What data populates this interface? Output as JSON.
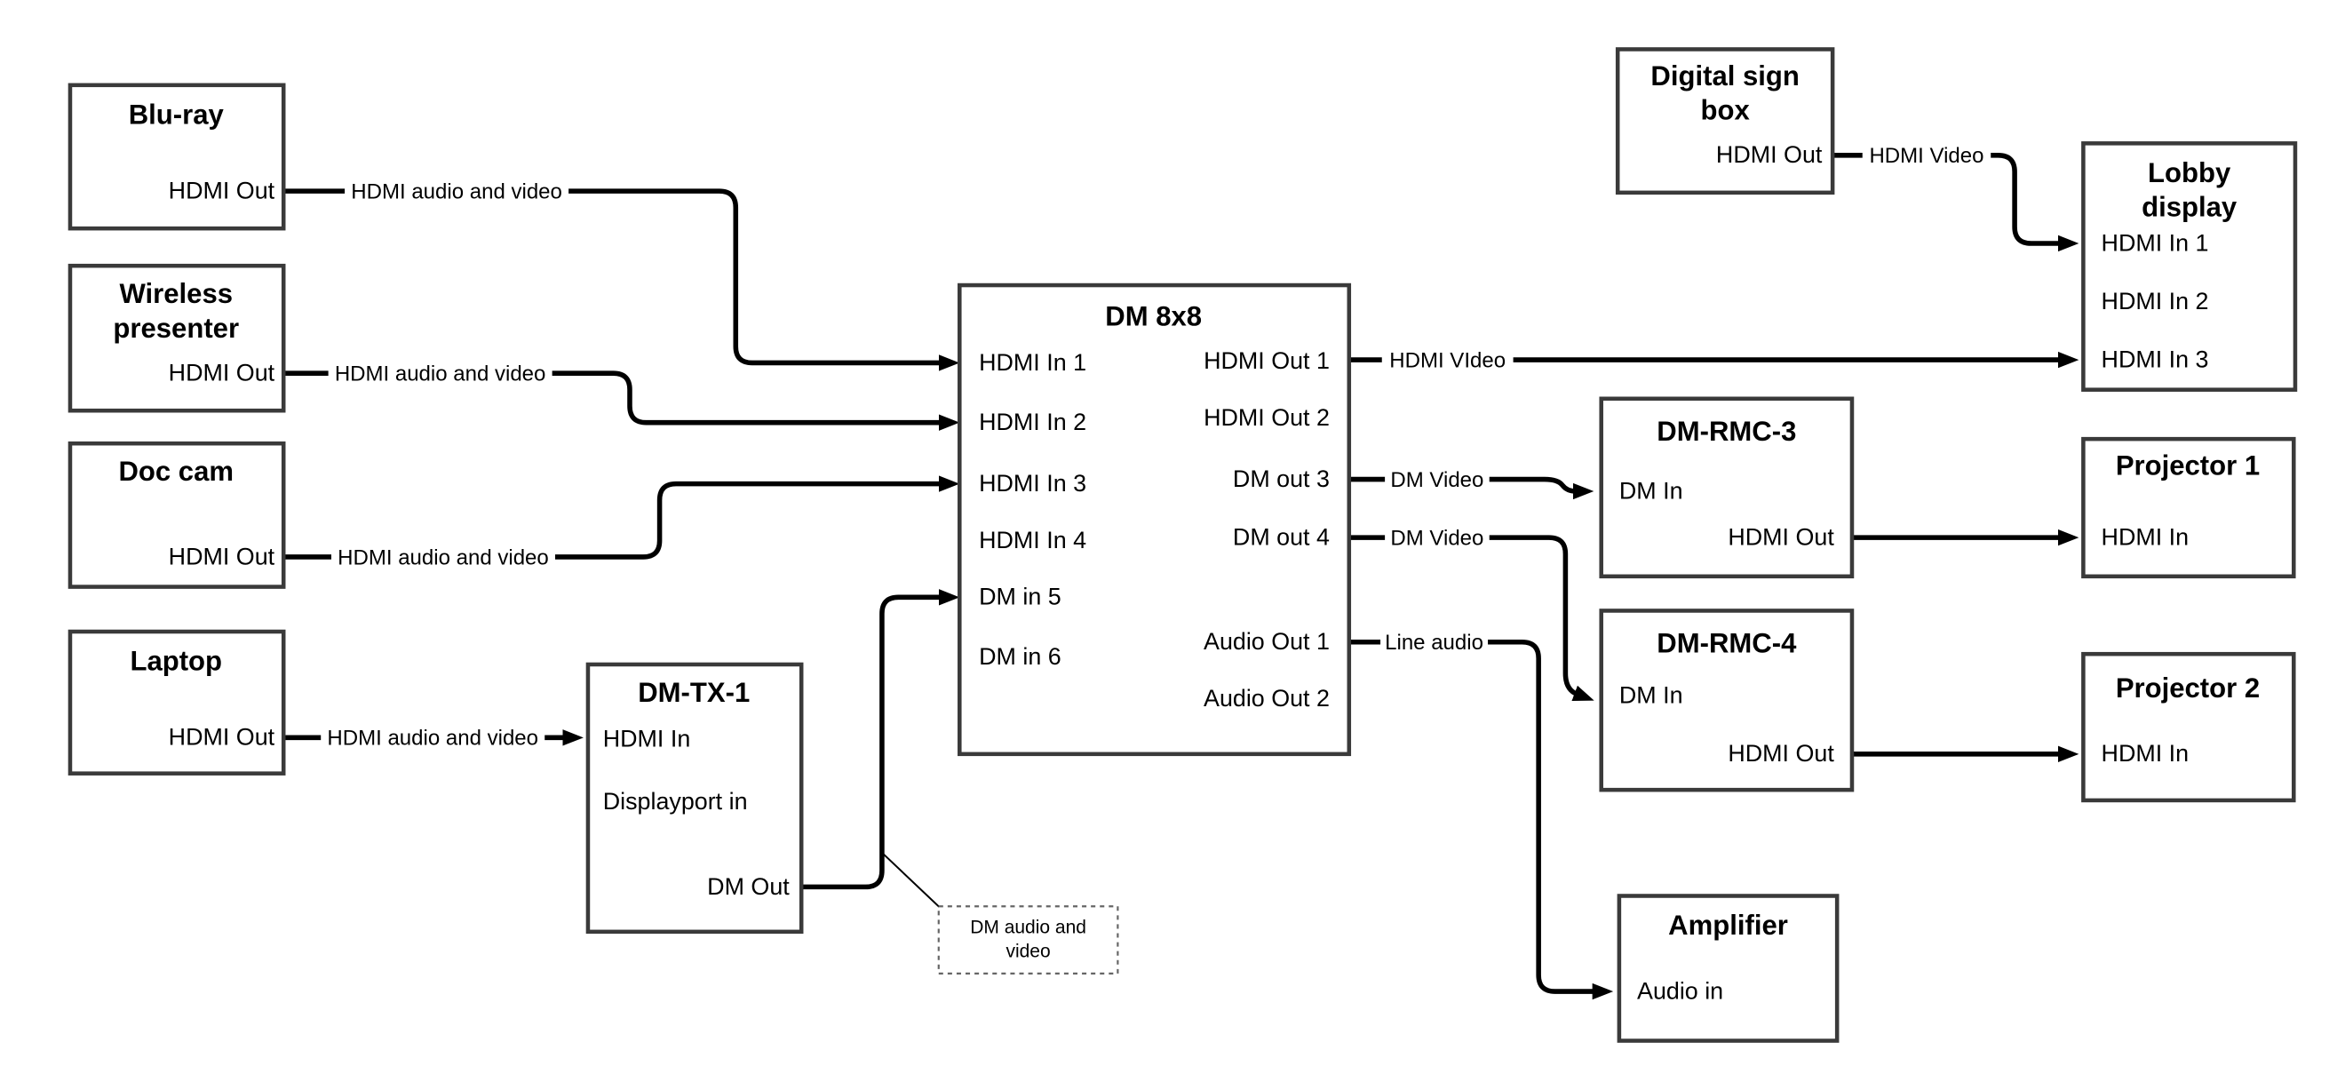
{
  "diagram": {
    "background": "#ffffff",
    "colors": {
      "line": "#000000",
      "box_border": "#3a3a3a",
      "text": "#000000",
      "callout_border": "#666666"
    },
    "nodes": {
      "bluray": {
        "title": "Blu-ray",
        "port_hdmi_out": "HDMI Out"
      },
      "wireless": {
        "title_line1": "Wireless",
        "title_line2": "presenter",
        "port_hdmi_out": "HDMI Out"
      },
      "doccam": {
        "title": "Doc cam",
        "port_hdmi_out": "HDMI Out"
      },
      "laptop": {
        "title": "Laptop",
        "port_hdmi_out": "HDMI Out"
      },
      "dmtx1": {
        "title": "DM-TX-1",
        "port_hdmi_in": "HDMI In",
        "port_displayport_in": "Displayport in",
        "port_dm_out": "DM Out"
      },
      "dm8x8": {
        "title": "DM 8x8",
        "port_hdmi_in_1": "HDMI In 1",
        "port_hdmi_in_2": "HDMI In 2",
        "port_hdmi_in_3": "HDMI In 3",
        "port_hdmi_in_4": "HDMI In 4",
        "port_dm_in_5": "DM in 5",
        "port_dm_in_6": "DM in 6",
        "port_hdmi_out_1": "HDMI Out 1",
        "port_hdmi_out_2": "HDMI Out 2",
        "port_dm_out_3": "DM out 3",
        "port_dm_out_4": "DM out 4",
        "port_audio_out_1": "Audio Out 1",
        "port_audio_out_2": "Audio Out 2"
      },
      "digital_sign_box": {
        "title_line1": "Digital sign",
        "title_line2": "box",
        "port_hdmi_out": "HDMI Out"
      },
      "lobby_display": {
        "title_line1": "Lobby",
        "title_line2": "display",
        "port_hdmi_in_1": "HDMI In 1",
        "port_hdmi_in_2": "HDMI In 2",
        "port_hdmi_in_3": "HDMI In 3"
      },
      "dmrmc3": {
        "title": "DM-RMC-3",
        "port_dm_in": "DM In",
        "port_hdmi_out": "HDMI Out"
      },
      "projector1": {
        "title": "Projector 1",
        "port_hdmi_in": "HDMI In"
      },
      "dmrmc4": {
        "title": "DM-RMC-4",
        "port_dm_in": "DM In",
        "port_hdmi_out": "HDMI Out"
      },
      "projector2": {
        "title": "Projector 2",
        "port_hdmi_in": "HDMI In"
      },
      "amplifier": {
        "title": "Amplifier",
        "port_audio_in": "Audio in"
      }
    },
    "edge_labels": {
      "bluray_to_dm8x8": "HDMI audio and video",
      "wireless_to_dm8x8": "HDMI audio and video",
      "doccam_to_dm8x8": "HDMI audio and video",
      "laptop_to_dmtx1": "HDMI audio and video",
      "dm8x8_out1_to_lobby": "HDMI VIdeo",
      "dm8x8_out3_to_dmrmc3": "DM Video",
      "dm8x8_out4_to_dmrmc4": "DM Video",
      "dm8x8_audio1_to_amp": "Line audio",
      "digital_sign_to_lobby": "HDMI Video"
    },
    "callout": {
      "line1": "DM audio and",
      "line2": "video"
    }
  }
}
